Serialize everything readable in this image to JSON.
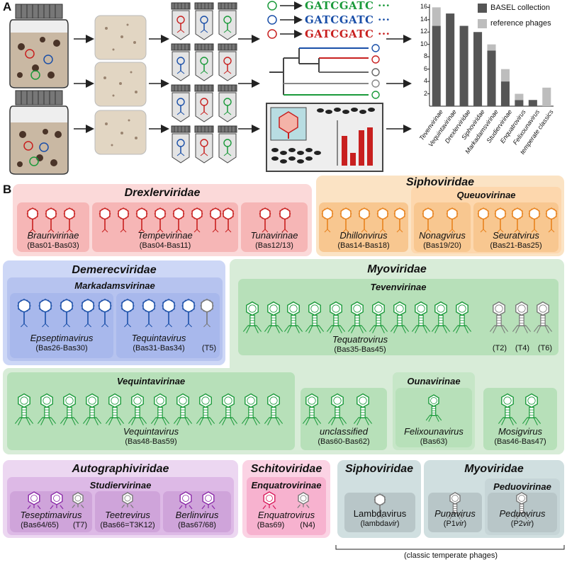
{
  "panels": {
    "a": "A",
    "b": "B"
  },
  "sequences": [
    {
      "text": "GATCGATC ···",
      "color": "#1a9a3a"
    },
    {
      "text": "GATCGATC ···",
      "color": "#1a4fa8"
    },
    {
      "text": "GATCGATC ···",
      "color": "#c8201f"
    }
  ],
  "colors": {
    "red": "#c8201f",
    "blue": "#1a4fa8",
    "green": "#1a9a3a",
    "grey": "#777777",
    "orange": "#e8821e",
    "purple": "#8a2aa8",
    "magenta": "#d8185a",
    "basel": "#555555",
    "reference": "#bdbdbd"
  },
  "chart_data": {
    "type": "bar",
    "categories": [
      "Tevenvirinae",
      "Vequintavirinae",
      "Drexlerviridae",
      "Siphoviridae",
      "Markadamsvirinae",
      "Studiervirinae",
      "Enquatrovirus",
      "Felixounavirus",
      "temperate classics"
    ],
    "series": [
      {
        "name": "BASEL collection",
        "values": [
          13,
          15,
          13,
          12,
          9,
          4,
          1,
          1,
          0
        ]
      },
      {
        "name": "reference phages",
        "values": [
          3,
          0,
          0,
          0,
          1,
          2,
          1,
          0,
          3
        ]
      }
    ],
    "yticks": [
      "2",
      "4",
      "6",
      "8",
      "10",
      "12",
      "14",
      "16"
    ],
    "ylim": [
      0,
      16.5
    ],
    "legend": "top-right",
    "stacked": true
  },
  "taxonomy": {
    "drexler": {
      "name": "Drexlerviridae",
      "groups": [
        {
          "genus": "Braunvirinae",
          "range": "(Bas01-Bas03)"
        },
        {
          "genus": "Tempevirinae",
          "range": "(Bas04-Bas11)"
        },
        {
          "genus": "Tunavirinae",
          "range": "(Bas12/13)"
        }
      ]
    },
    "sipho": {
      "name": "Siphoviridae",
      "subfamily": "Queuovirinae",
      "groups": [
        {
          "genus": "Dhillonvirus",
          "range": "(Bas14-Bas18)"
        },
        {
          "genus": "Nonagvirus",
          "range": "(Bas19/20)"
        },
        {
          "genus": "Seuratvirus",
          "range": "(Bas21-Bas25)"
        }
      ]
    },
    "demerec": {
      "name": "Demerecviridae",
      "subfamily": "Markadamsvirinae",
      "groups": [
        {
          "genus": "Epseptimavirus",
          "range": "(Bas26-Bas30)"
        },
        {
          "genus": "Tequintavirus",
          "range": "(Bas31-Bas34)",
          "extra": "(T5)"
        }
      ]
    },
    "myo": {
      "name": "Myoviridae",
      "subfamily": "Tevenvirinae",
      "teq": {
        "genus": "Tequatrovirus",
        "range": "(Bas35-Bas45)"
      },
      "refs": [
        "(T2)",
        "(T4)",
        "(T6)"
      ]
    },
    "vequin": {
      "subfamily": "Vequintavirinae",
      "genus": "Vequintavirus",
      "range": "(Bas48-Bas59)"
    },
    "unclassified": {
      "genus": "unclassified",
      "range": "(Bas60-Bas62)"
    },
    "ouna": {
      "subfamily": "Ounavirinae",
      "genus": "Felixounavirus",
      "range": "(Bas63)"
    },
    "mosig": {
      "genus": "Mosigvirus",
      "range": "(Bas46-Bas47)"
    },
    "autogr": {
      "name": "Autographiviridae",
      "subfamily": "Studiervirinae",
      "groups": [
        {
          "genus": "Teseptimavirus",
          "range": "(Bas64/65)",
          "extra": "(T7)"
        },
        {
          "genus": "Teetrevirus",
          "range": "(Bas66=T3K12)"
        },
        {
          "genus": "Berlinvirus",
          "range": "(Bas67/68)"
        }
      ]
    },
    "schito": {
      "name": "Schitoviridae",
      "subfamily": "Enquatrovirinae",
      "genus": "Enquatrovirus",
      "range": "(Bas69)",
      "extra": "(N4)"
    },
    "temperate": {
      "sipho": {
        "name": "Siphoviridae",
        "genus": "Lambdavirus",
        "range_pre": "(lambda",
        "range_it": "vir",
        "range_post": ")"
      },
      "myo": {
        "name": "Myoviridae",
        "subfamily": "Peduovirinae",
        "puna": {
          "genus": "Punavirus",
          "range_pre": "(P1",
          "range_it": "vir",
          "range_post": ")"
        },
        "pedu": {
          "genus": "Peduovirus",
          "range_pre": "(P2",
          "range_it": "vir",
          "range_post": ")"
        }
      },
      "caption": "(classic temperate phages)"
    }
  }
}
